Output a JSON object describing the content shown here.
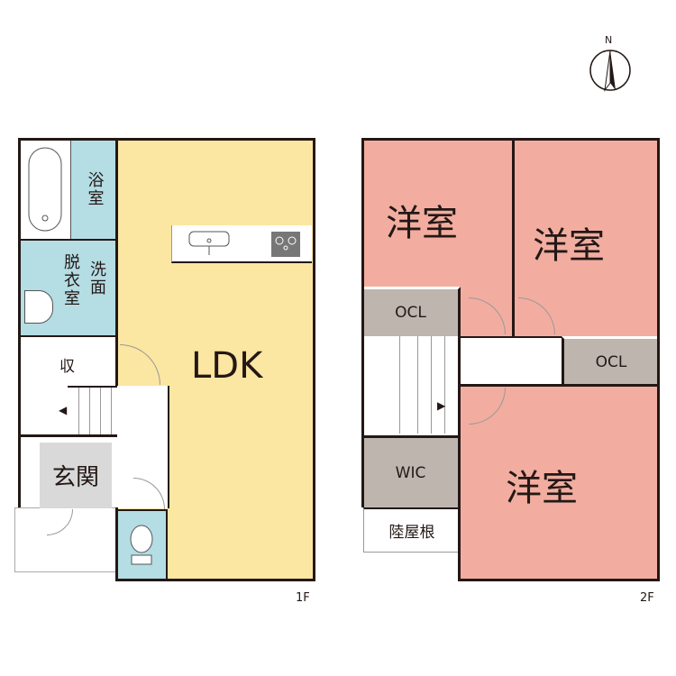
{
  "compass": {
    "label": "N"
  },
  "floor1": {
    "label": "1F",
    "rooms": {
      "bath": "浴室",
      "washroom_a": "洗面",
      "washroom_b": "脱衣室",
      "storage": "収",
      "entrance": "玄関",
      "ldk": "LDK"
    }
  },
  "floor2": {
    "label": "2F",
    "rooms": {
      "western1": "洋室",
      "western2": "洋室",
      "western3": "洋室",
      "closet1": "OCL",
      "closet2": "OCL",
      "wic": "WIC",
      "flat_roof": "陸屋根"
    }
  },
  "colors": {
    "ldk": "#fbe6a2",
    "wet": "#b4dde4",
    "bedroom": "#f2ada0",
    "closet": "#bdb5ae"
  }
}
